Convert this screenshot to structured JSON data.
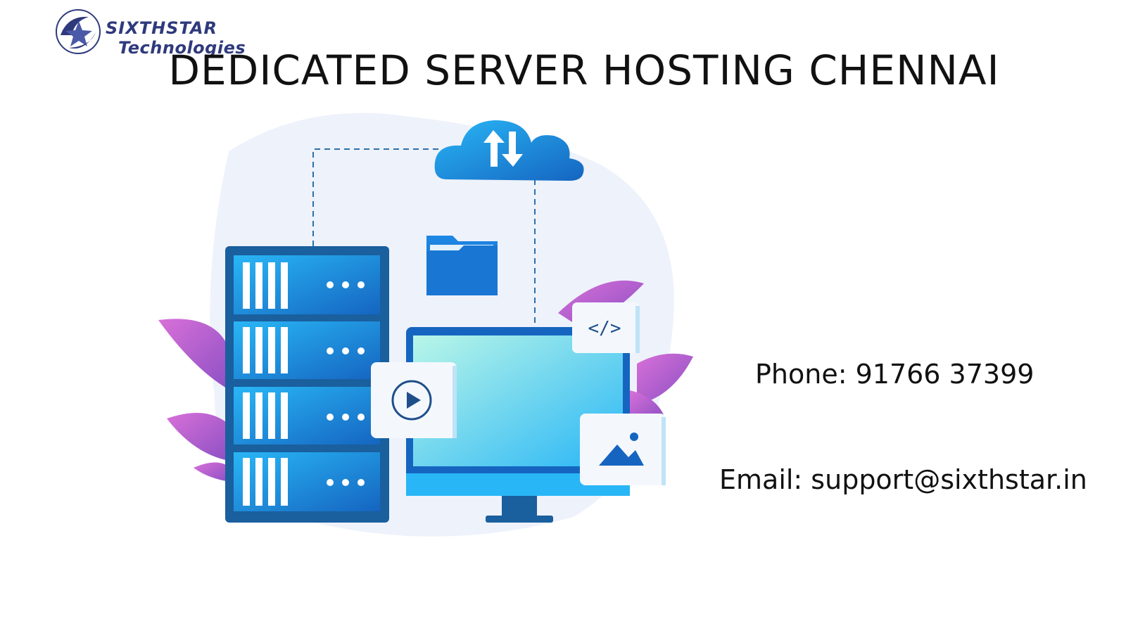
{
  "logo": {
    "line1": "SIXTHSTAR",
    "line2": "Technologies",
    "icon": "star-swirl-icon"
  },
  "title": "DEDICATED SERVER HOSTING CHENNAI",
  "illustration": {
    "icons": [
      "cloud-sync-icon",
      "server-rack-icon",
      "folder-icon",
      "monitor-icon",
      "code-icon",
      "play-icon",
      "image-icon",
      "leaf-icon"
    ],
    "code_label": "</>",
    "colors": {
      "blue_dark": "#1565c0",
      "blue_light": "#29b6f6",
      "purple": "#a855c8",
      "blob": "#eef2fb"
    }
  },
  "contact": {
    "phone": "Phone: 91766 37399",
    "email": "Email: support@sixthstar.in"
  }
}
